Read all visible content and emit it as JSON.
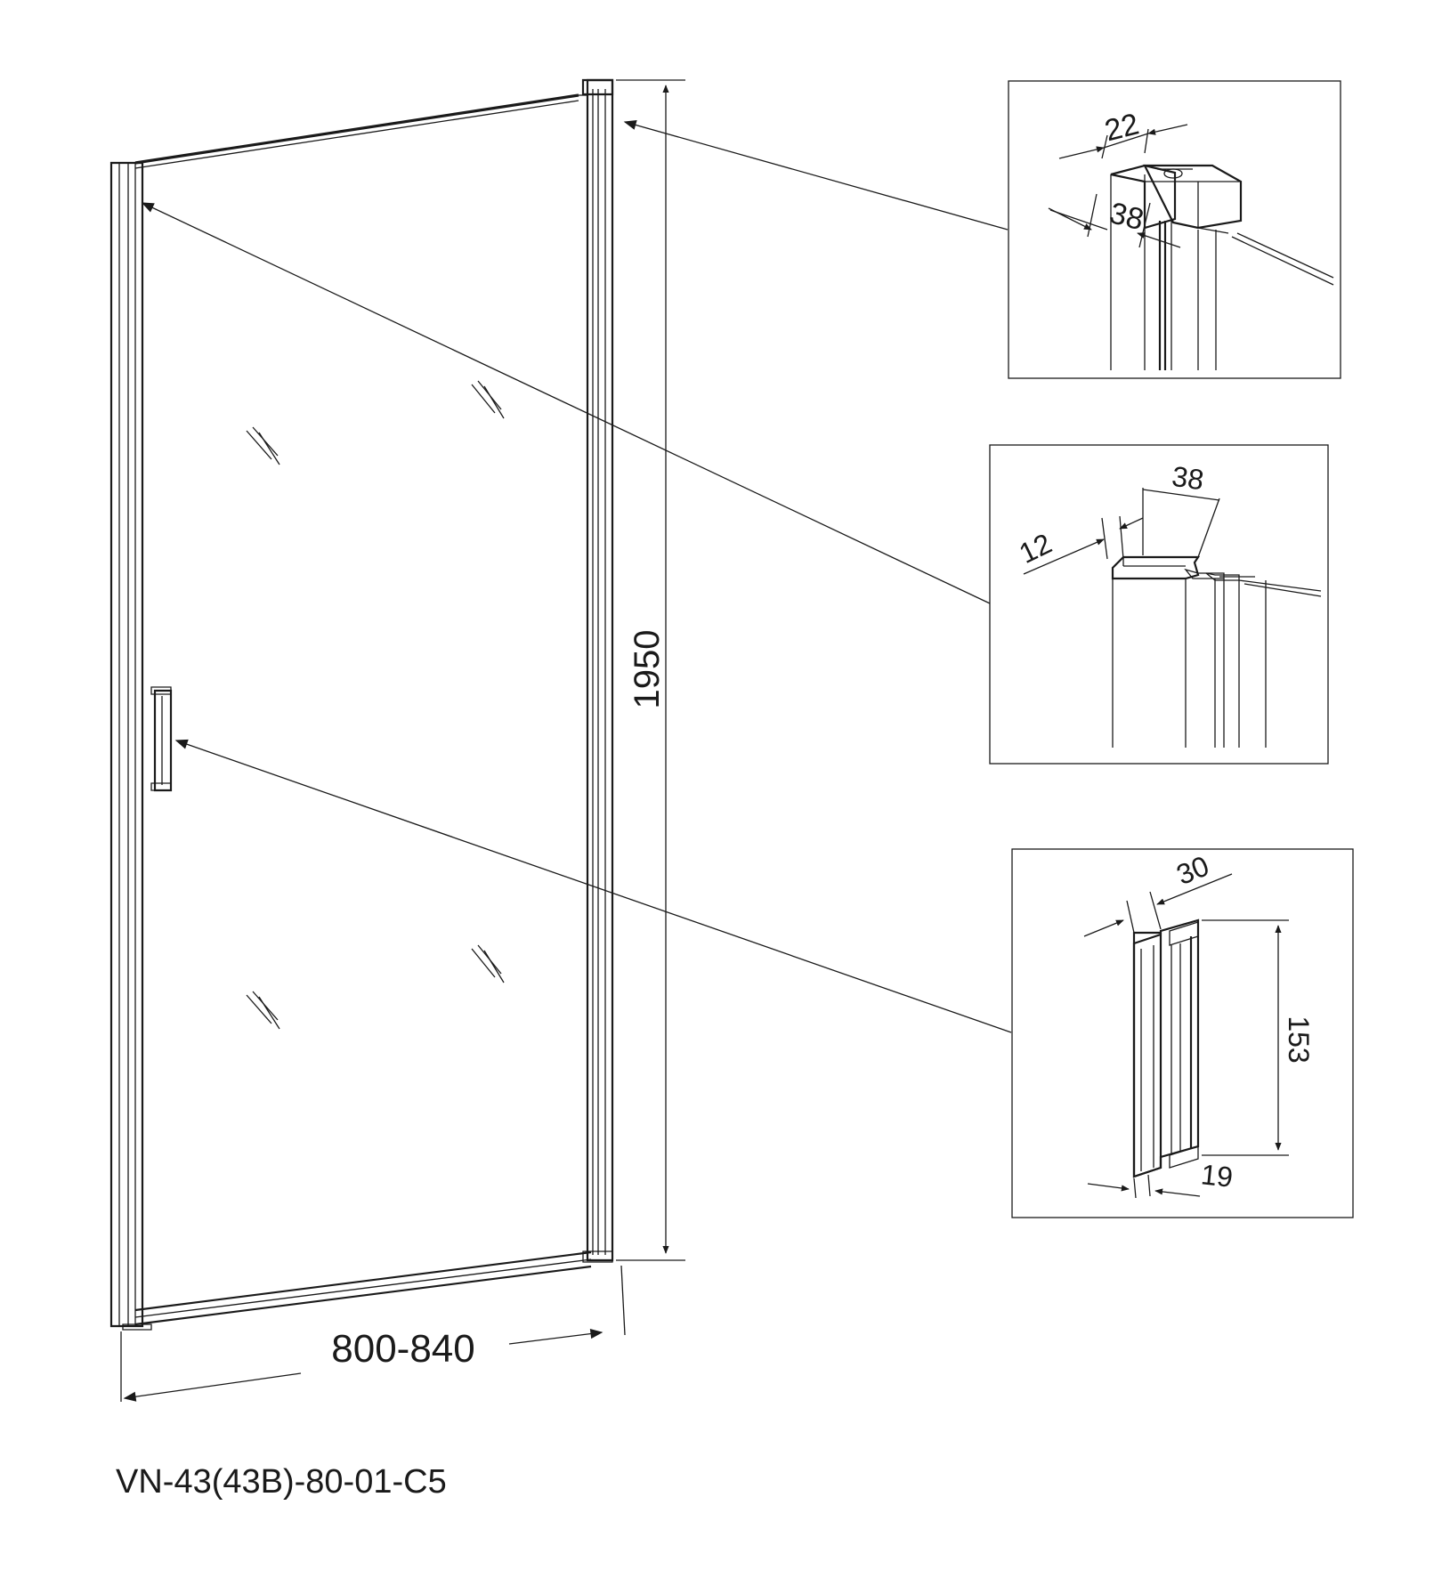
{
  "dimensions": {
    "height": "1950",
    "width": "800-840",
    "top_detail_width": "22",
    "top_detail_depth": "38",
    "side_detail_width": "38",
    "side_detail_depth": "12",
    "handle_width": "30",
    "handle_height": "153",
    "handle_depth": "19"
  },
  "model_code": "VN-43(43B)-80-01-C5",
  "colors": {
    "line": "#1a1a1a",
    "background": "#ffffff"
  }
}
